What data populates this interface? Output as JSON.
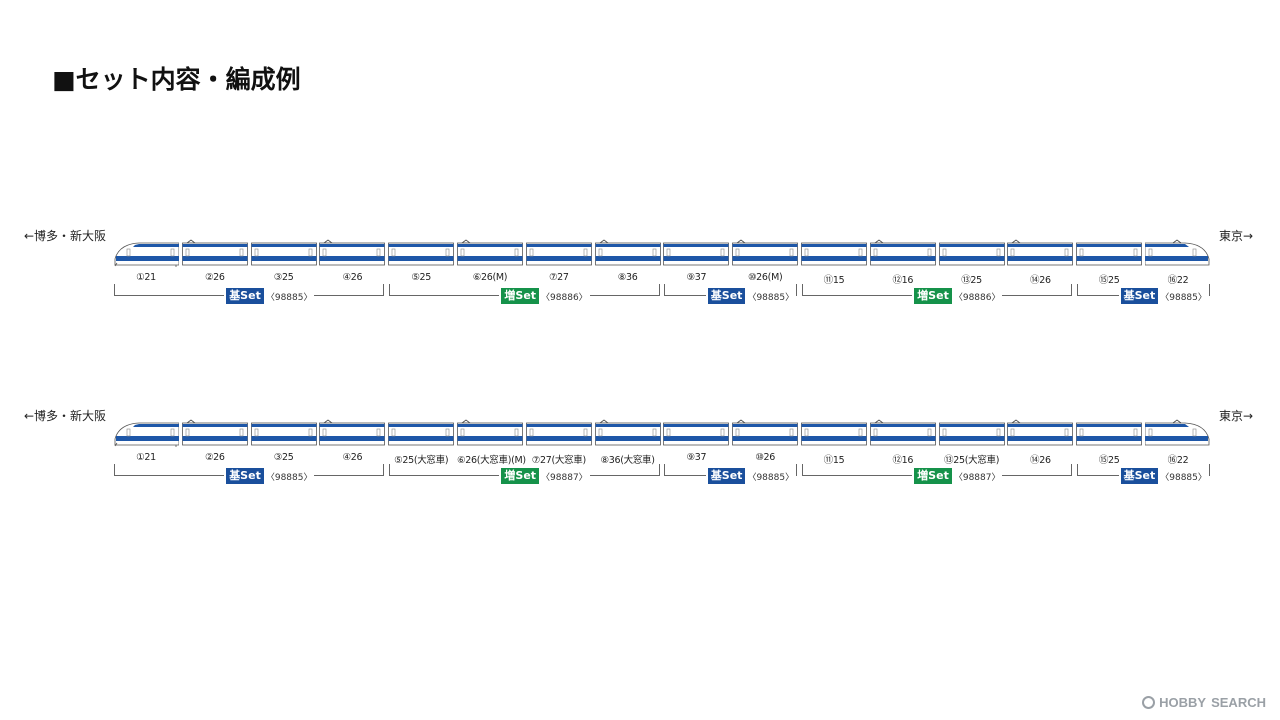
{
  "title": "■セット内容・編成例",
  "directions": {
    "left": "←博多・新大阪",
    "right": "東京→"
  },
  "colors": {
    "body": "#ffffff",
    "stripe": "#1e57a8",
    "kiSet": "#1a4f9c",
    "zoSet": "#15924a"
  },
  "formations": [
    {
      "cars": [
        "①21",
        "②26",
        "③25",
        "④26",
        "⑤25",
        "⑥26(M)",
        "⑦27",
        "⑧36",
        "⑨37",
        "⑩26(M)",
        "⑪15",
        "⑫16",
        "⑬25",
        "⑭26",
        "⑮25",
        "⑯22"
      ],
      "sets": [
        {
          "start": 1,
          "end": 4,
          "kind": "ki",
          "label": "基Set",
          "code": "〈98885〉"
        },
        {
          "start": 5,
          "end": 8,
          "kind": "zo",
          "label": "増Set",
          "code": "〈98886〉"
        },
        {
          "start": 9,
          "end": 10,
          "kind": "ki",
          "label": "基Set",
          "code": "〈98885〉"
        },
        {
          "start": 11,
          "end": 14,
          "kind": "zo",
          "label": "増Set",
          "code": "〈98886〉"
        },
        {
          "start": 15,
          "end": 16,
          "kind": "ki",
          "label": "基Set",
          "code": "〈98885〉"
        }
      ]
    },
    {
      "cars": [
        "①21",
        "②26",
        "③25",
        "④26",
        "⑤25(大窓車)",
        "⑥26(大窓車)(M)",
        "⑦27(大窓車)",
        "⑧36(大窓車)",
        "⑨37",
        "⑩26",
        "⑪15",
        "⑫16",
        "⑬25(大窓車)",
        "⑭26",
        "⑮25",
        "⑯22"
      ],
      "sets": [
        {
          "start": 1,
          "end": 4,
          "kind": "ki",
          "label": "基Set",
          "code": "〈98885〉"
        },
        {
          "start": 5,
          "end": 8,
          "kind": "zo",
          "label": "増Set",
          "code": "〈98887〉"
        },
        {
          "start": 9,
          "end": 10,
          "kind": "ki",
          "label": "基Set",
          "code": "〈98885〉"
        },
        {
          "start": 11,
          "end": 14,
          "kind": "zo",
          "label": "増Set",
          "code": "〈98887〉"
        },
        {
          "start": 15,
          "end": 16,
          "kind": "ki",
          "label": "基Set",
          "code": "〈98885〉"
        }
      ]
    }
  ],
  "watermark": {
    "brand": "HOBBY",
    "sub": "SEARCH"
  }
}
